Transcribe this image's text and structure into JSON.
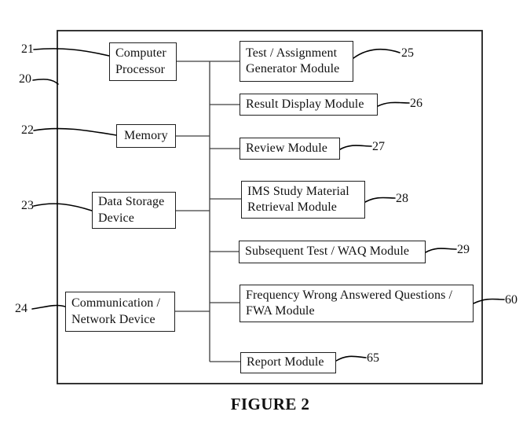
{
  "figure": {
    "caption": "FIGURE 2"
  },
  "boxes": {
    "computer_processor": "Computer Processor",
    "memory": "Memory",
    "data_storage": "Data Storage Device",
    "communication": "Communication / Network Device",
    "test_assignment": "Test / Assignment Generator Module",
    "result_display": "Result Display Module",
    "review": "Review Module",
    "ims": "IMS Study Material Retrieval Module",
    "subsequent": "Subsequent Test / WAQ Module",
    "frequency": "Frequency Wrong Answered Questions / FWA Module",
    "report": "Report Module"
  },
  "refs": {
    "outer": "20",
    "computer_processor": "21",
    "memory": "22",
    "data_storage": "23",
    "communication": "24",
    "test_assignment": "25",
    "result_display": "26",
    "review": "27",
    "ims": "28",
    "subsequent": "29",
    "frequency": "60",
    "report": "65"
  },
  "colors": {
    "line": "#3d3d3d",
    "leader": "#000000",
    "border": "#1f1f1f"
  }
}
